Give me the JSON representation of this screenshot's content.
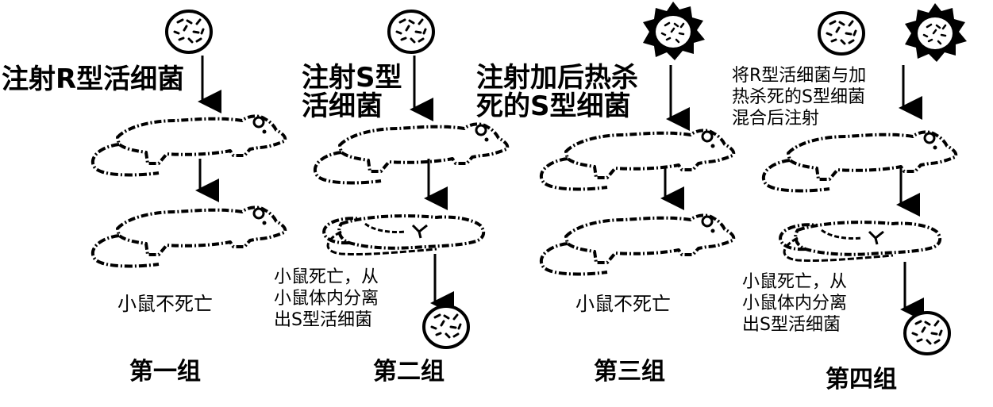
{
  "groups": [
    {
      "title": "第一组",
      "injection": "注射R型活细菌",
      "result_lines": [
        "小鼠不死亡"
      ]
    },
    {
      "title": "第二组",
      "injection_lines": [
        "注射S型",
        "活细菌"
      ],
      "result_lines": [
        "小鼠死亡，从",
        "小鼠体内分离",
        "出S型活细菌"
      ]
    },
    {
      "title": "第三组",
      "injection_lines": [
        "注射加后热杀",
        "死的S型细菌"
      ],
      "result_lines": [
        "小鼠不死亡"
      ]
    },
    {
      "title": "第四组",
      "injection_lines": [
        "将R型活细菌与加",
        "热杀死的S型细菌",
        "混合后注射"
      ],
      "result_lines": [
        "小鼠死亡，从",
        "小鼠体内分离",
        "出S型活细菌"
      ]
    }
  ],
  "icons": {
    "live_bacteria": "bacteria-dish-icon",
    "heat_killed_bacteria": "heat-killed-bacteria-icon",
    "live_mouse": "live-mouse-icon",
    "dead_mouse": "dead-mouse-icon"
  }
}
